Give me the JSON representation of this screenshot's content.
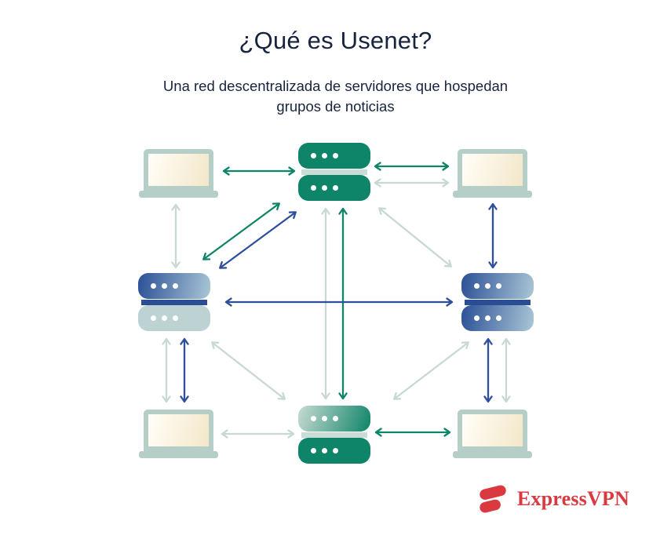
{
  "header": {
    "title": "¿Qué es Usenet?",
    "subtitle": "Una red descentralizada de servidores que hospedan grupos de noticias"
  },
  "brand": {
    "name": "ExpressVPN"
  },
  "colors": {
    "background": "#ffffff",
    "text_navy": "#17243e",
    "green": "#0e8468",
    "blue": "#2d4f9c",
    "light_arrow": "#c8d8d4",
    "laptop_frame": "#b5cfc8",
    "screen_cream_light": "#fffdf5",
    "screen_cream_dark": "#f3e8cb",
    "server_pale": "#bdd2d2",
    "divider_pale": "#c9dcd6",
    "divider_blue": "#2a4d94",
    "grad_blue_start": "#2b5096",
    "grad_blue_end": "#aac6d6",
    "grad_green_start": "#c7dbd2",
    "brand_red": "#da3940"
  },
  "diagram": {
    "nodes": [
      {
        "id": "server-top",
        "type": "news-server",
        "color_scheme": "green"
      },
      {
        "id": "server-left",
        "type": "news-server",
        "color_scheme": "blue-pale"
      },
      {
        "id": "server-right",
        "type": "news-server",
        "color_scheme": "blue-gradient"
      },
      {
        "id": "server-bottom",
        "type": "news-server",
        "color_scheme": "green-gradient"
      },
      {
        "id": "laptop-top-left",
        "type": "client-laptop"
      },
      {
        "id": "laptop-top-right",
        "type": "client-laptop"
      },
      {
        "id": "laptop-bottom-left",
        "type": "client-laptop"
      },
      {
        "id": "laptop-bottom-right",
        "type": "client-laptop"
      }
    ],
    "all_connections_bidirectional": true,
    "connections": [
      {
        "from": "laptop-top-left",
        "to": "server-top",
        "color": "green"
      },
      {
        "from": "server-top",
        "to": "laptop-top-right",
        "color": "green"
      },
      {
        "from": "server-top",
        "to": "laptop-top-right",
        "color": "light"
      },
      {
        "from": "laptop-top-left",
        "to": "server-left",
        "color": "light"
      },
      {
        "from": "server-left",
        "to": "server-top",
        "color": "green"
      },
      {
        "from": "server-left",
        "to": "server-top",
        "color": "blue"
      },
      {
        "from": "server-top",
        "to": "server-bottom",
        "color": "light"
      },
      {
        "from": "server-top",
        "to": "server-bottom",
        "color": "green"
      },
      {
        "from": "server-left",
        "to": "server-right",
        "color": "blue"
      },
      {
        "from": "server-top",
        "to": "server-right",
        "color": "light"
      },
      {
        "from": "laptop-top-right",
        "to": "server-right",
        "color": "blue"
      },
      {
        "from": "server-left",
        "to": "laptop-bottom-left",
        "color": "light"
      },
      {
        "from": "server-left",
        "to": "laptop-bottom-left",
        "color": "blue"
      },
      {
        "from": "server-left",
        "to": "server-bottom",
        "color": "light"
      },
      {
        "from": "server-bottom",
        "to": "server-right",
        "color": "light"
      },
      {
        "from": "server-right",
        "to": "laptop-bottom-right",
        "color": "blue"
      },
      {
        "from": "server-right",
        "to": "laptop-bottom-right",
        "color": "light"
      },
      {
        "from": "laptop-bottom-left",
        "to": "server-bottom",
        "color": "light"
      },
      {
        "from": "server-bottom",
        "to": "laptop-bottom-right",
        "color": "green"
      }
    ]
  }
}
